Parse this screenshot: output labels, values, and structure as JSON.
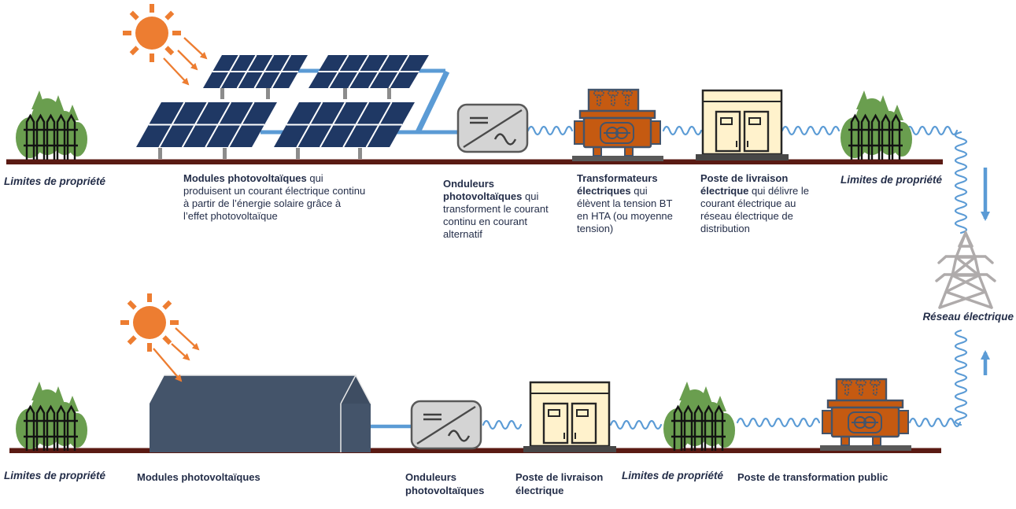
{
  "top": {
    "limits_left": "Limites de propriété",
    "modules_lead": "Modules photovoltaïques",
    "modules_rest": " qui produisent un courant électrique continu à partir de l’énergie solaire grâce à l’effet photovoltaïque",
    "onduleurs_lead": "Onduleurs photovoltaïques",
    "onduleurs_rest": " qui transforment le courant continu en courant alternatif",
    "transfo_lead": "Transformateurs électriques",
    "transfo_rest": " qui élèvent la tension BT en HTA (ou moyenne tension)",
    "poste_lead": "Poste de livraison électrique",
    "poste_rest": " qui délivre le courant électrique au réseau électrique de distribution",
    "limits_right": "Limites de propriété"
  },
  "grid": {
    "label": "Réseau électrique"
  },
  "bottom": {
    "limits_left": "Limites de propriété",
    "modules": "Modules photovoltaïques",
    "onduleurs": "Onduleurs photovoltaïques",
    "poste_livraison": "Poste de livraison électrique",
    "limits_mid": "Limites de propriété",
    "poste_transformation": "Poste de transformation public"
  },
  "colors": {
    "panel_navy": "#1F3864",
    "connector_blue": "#5B9BD5",
    "sun_orange": "#ED7D31",
    "transformer_orange": "#C55A11",
    "transformer_outline": "#44546A",
    "building_cream": "#FFF2CC",
    "building_slate": "#44546A",
    "ground_maroon": "#5A1A13",
    "bush_green": "#6A9E4F",
    "pylon_gray": "#AFABAB",
    "text_navy": "#242E49"
  }
}
